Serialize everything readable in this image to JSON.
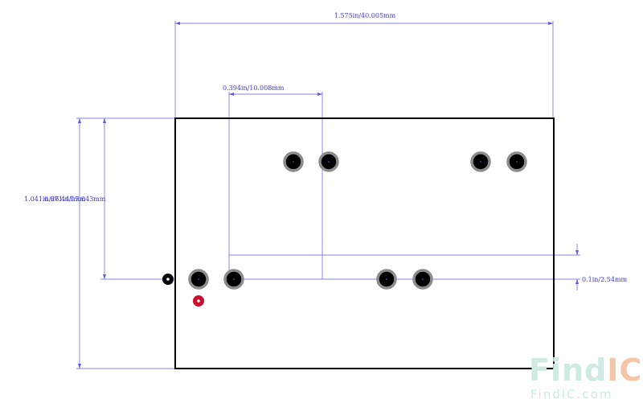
{
  "dimensions": {
    "width_label": "1.575in/40.005mm",
    "pitch_label": "0.394in/10.008mm",
    "height_label": "1.041in/26.441mm",
    "offset_label": "0.671in/17.043mm",
    "spacing_label": "0.1in/2.54mm"
  },
  "colors": {
    "dimension": "#5a5ae6",
    "outline": "#000000",
    "pad_ring": "#8c8c8c",
    "pad_center": "#000000",
    "marker": "#c8102e",
    "watermark": "#cfe9e3",
    "watermark_accent": "#f5c5a8"
  },
  "watermark": {
    "logo_main": "Find",
    "logo_accent": "IC",
    "url": "FindIC.com"
  }
}
